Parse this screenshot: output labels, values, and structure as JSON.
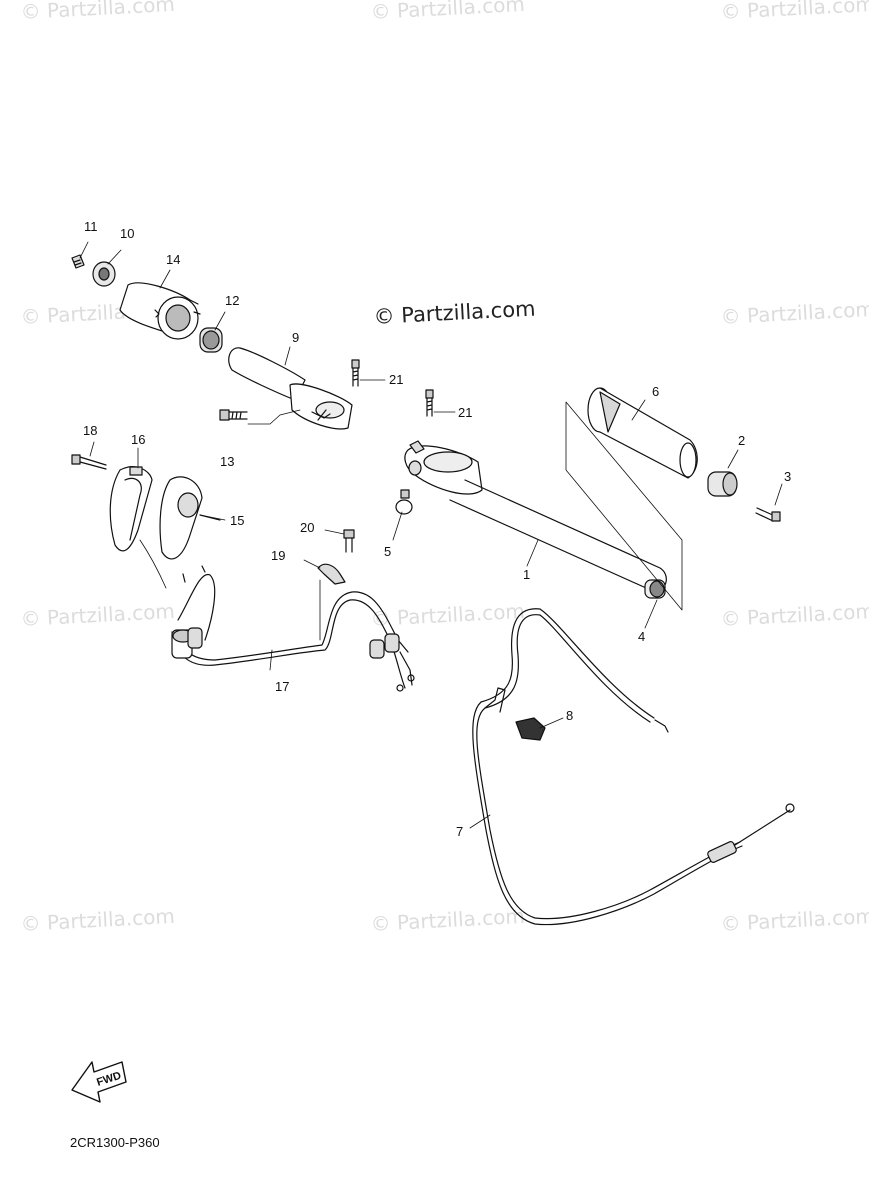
{
  "watermark": "© Partzilla.com",
  "watermark_main": "© Partzilla.com",
  "callouts": [
    "1",
    "2",
    "3",
    "4",
    "5",
    "6",
    "7",
    "8",
    "9",
    "10",
    "11",
    "12",
    "13",
    "14",
    "15",
    "16",
    "17",
    "18",
    "19",
    "20",
    "21",
    "21"
  ],
  "fwd_label": "FWD",
  "diagram_code": "2CR1300-P360"
}
